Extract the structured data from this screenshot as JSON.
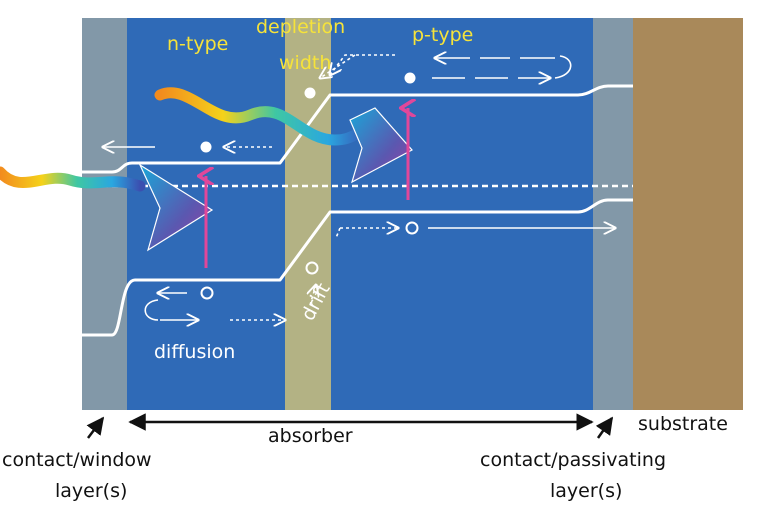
{
  "labels": {
    "n_type": "n-type",
    "depletion_line1": "depletion",
    "depletion_line2": "width",
    "p_type": "p-type",
    "drift": "drift",
    "diffusion": "diffusion",
    "absorber": "absorber",
    "substrate": "substrate",
    "contact_window_line1": "contact/window",
    "contact_window_line2": "layer(s)",
    "contact_passivating_line1": "contact/passivating",
    "contact_passivating_line2": "layer(s)"
  },
  "colors": {
    "absorber_blue": "#2f6ab7",
    "contact_gray": "#8298a8",
    "depletion_khaki": "#b3b284",
    "substrate_brown": "#a9895a",
    "label_yellow": "#f6e33a",
    "photon_arrow_pink": "#e0479a"
  }
}
